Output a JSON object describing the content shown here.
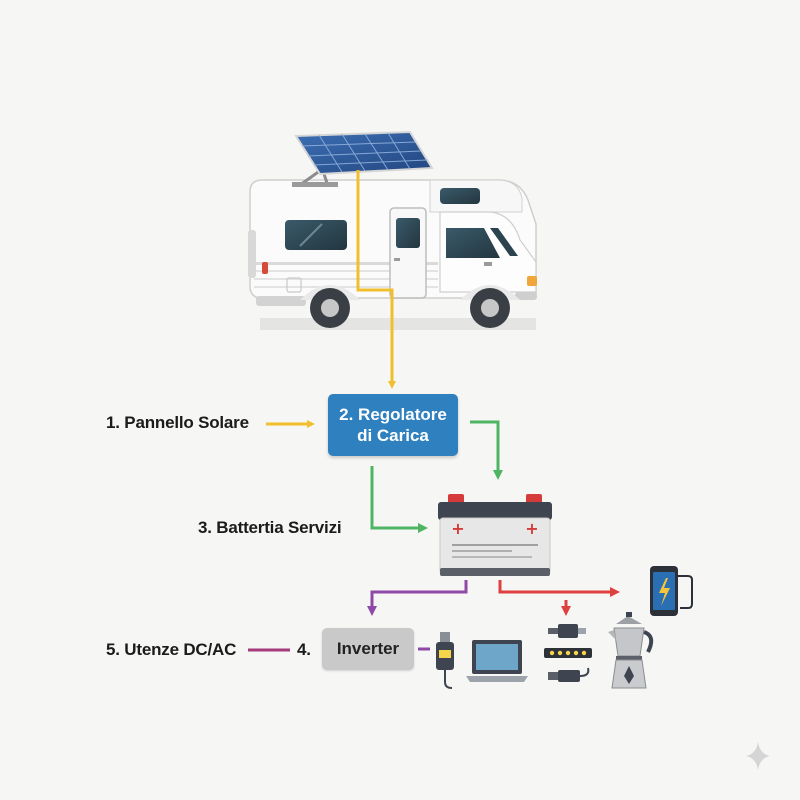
{
  "labels": {
    "solar_panel": "1. Pannello Solare",
    "charge_regulator_line1": "2. Regolatore",
    "charge_regulator_line2": "di Carica",
    "service_battery": "3. Battertia Servizi",
    "inverter_number": "4.",
    "inverter": "Inverter",
    "loads": "5. Utenze DC/AC"
  },
  "colors": {
    "solar_line": "#f2bf2c",
    "charge_line": "#4fb563",
    "dc_line": "#de4040",
    "ac_line": "#8f4aa8",
    "loads_line": "#a43a7c",
    "regulator_box": "#2f80bf",
    "inverter_box": "#c9c9c9"
  },
  "icons": [
    "solar-panel-icon",
    "camper-van-icon",
    "battery-icon",
    "smartphone-icon",
    "moka-coffee-pot-icon",
    "usb-plug-icon",
    "led-strip-icon",
    "cable-plug-icon",
    "laptop-icon",
    "usb-charger-icon"
  ]
}
